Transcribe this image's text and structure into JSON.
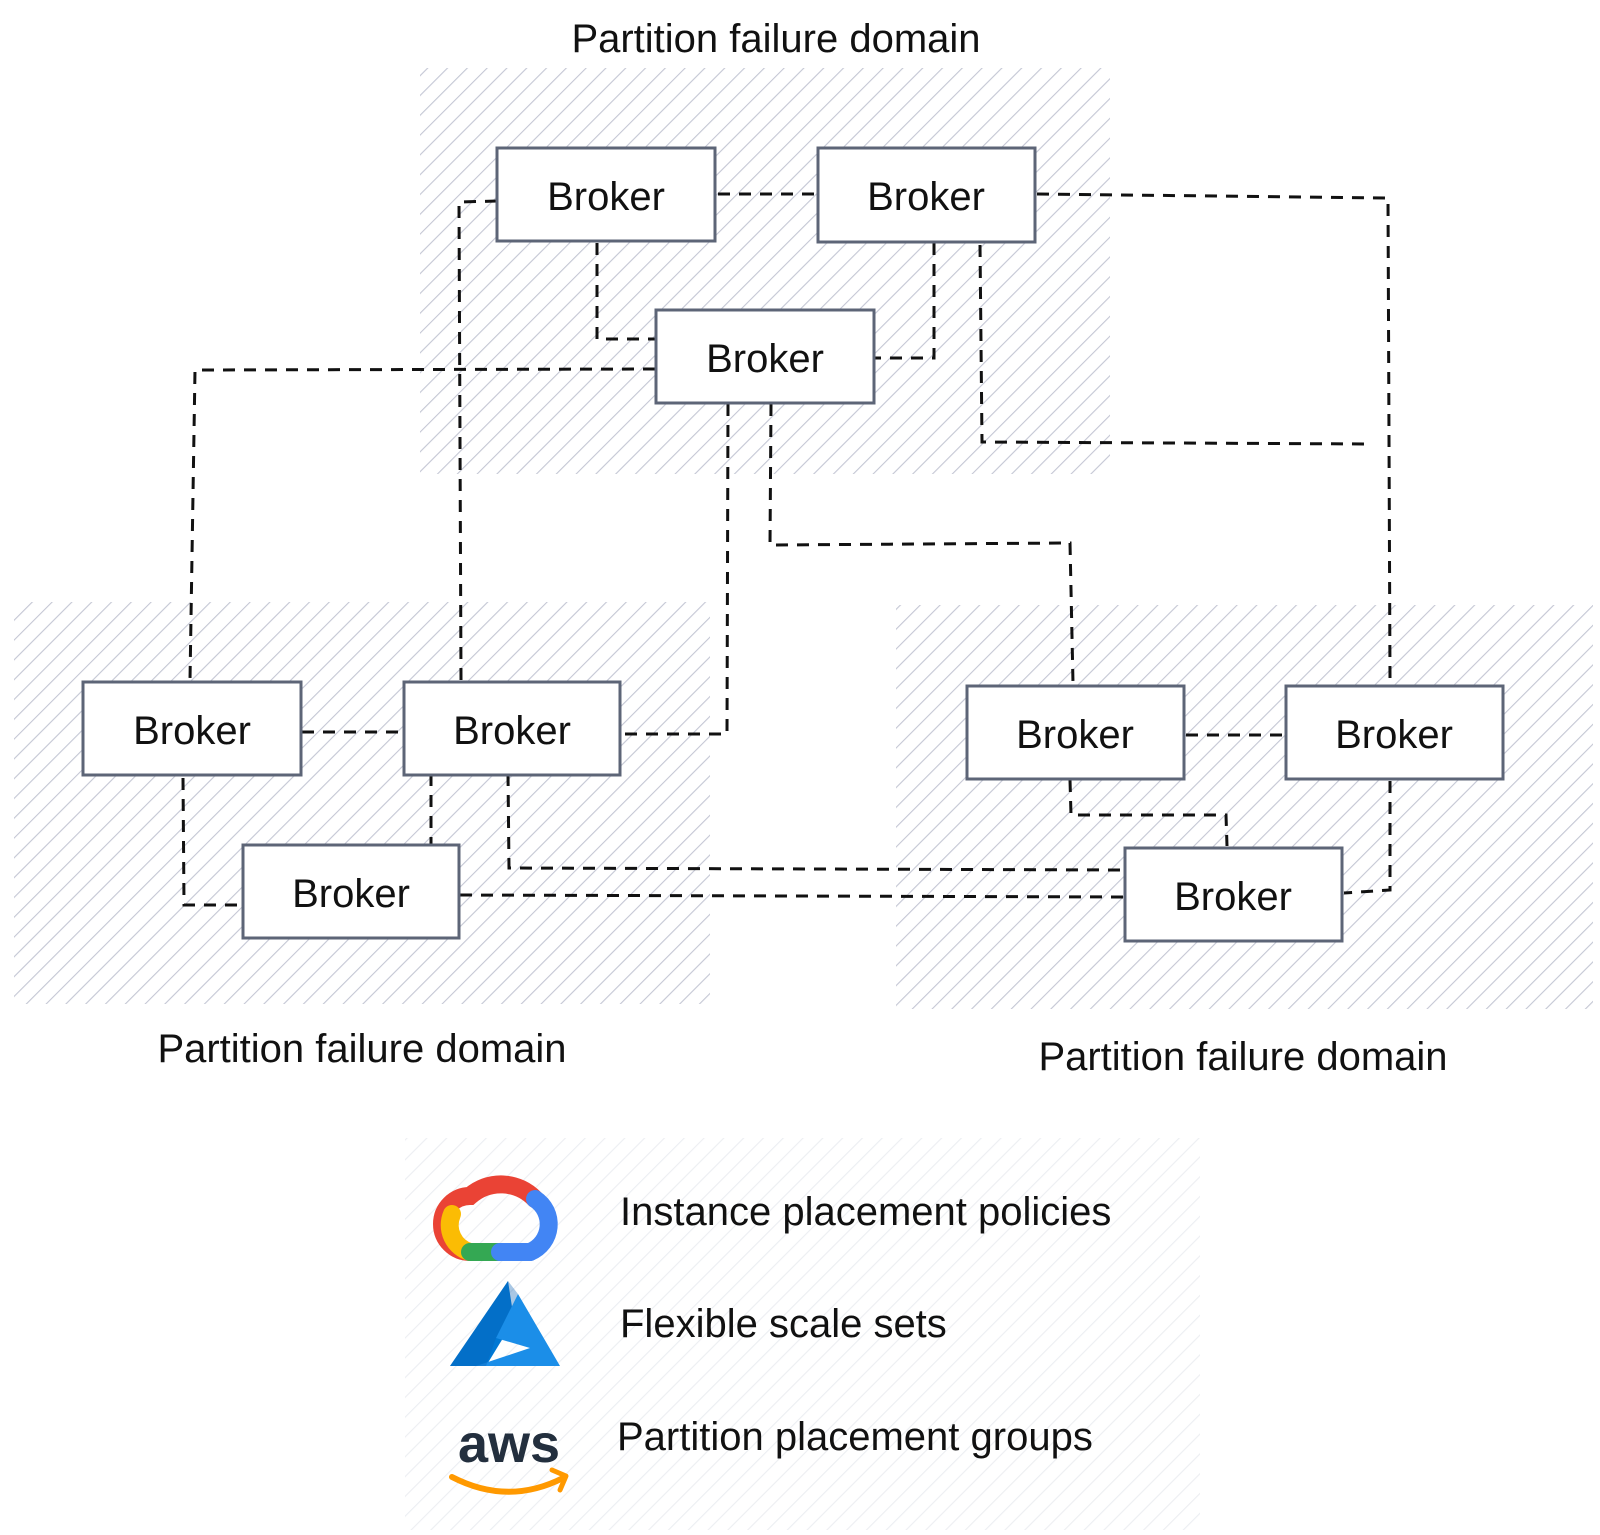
{
  "domains": [
    {
      "label": "Partition failure domain"
    },
    {
      "label": "Partition failure domain"
    },
    {
      "label": "Partition failure domain"
    }
  ],
  "brokers": [
    {
      "label": "Broker"
    },
    {
      "label": "Broker"
    },
    {
      "label": "Broker"
    },
    {
      "label": "Broker"
    },
    {
      "label": "Broker"
    },
    {
      "label": "Broker"
    },
    {
      "label": "Broker"
    },
    {
      "label": "Broker"
    },
    {
      "label": "Broker"
    }
  ],
  "legend": [
    {
      "icon": "google-cloud-icon",
      "label": "Instance placement policies"
    },
    {
      "icon": "azure-icon",
      "label": "Flexible scale sets"
    },
    {
      "icon": "aws-icon",
      "label": "Partition placement groups",
      "logo_text": "aws"
    }
  ],
  "colors": {
    "hatch": "#c4c7d4",
    "legend_hatch": "#eceef2",
    "box_stroke": "#5d6577",
    "link": "#111111",
    "google_red": "#ea4335",
    "google_yellow": "#fbbc04",
    "google_green": "#34a853",
    "google_blue": "#4285f4",
    "azure_blue": "#0078d4",
    "aws_orange": "#ff9900",
    "aws_dark": "#232f3e"
  }
}
